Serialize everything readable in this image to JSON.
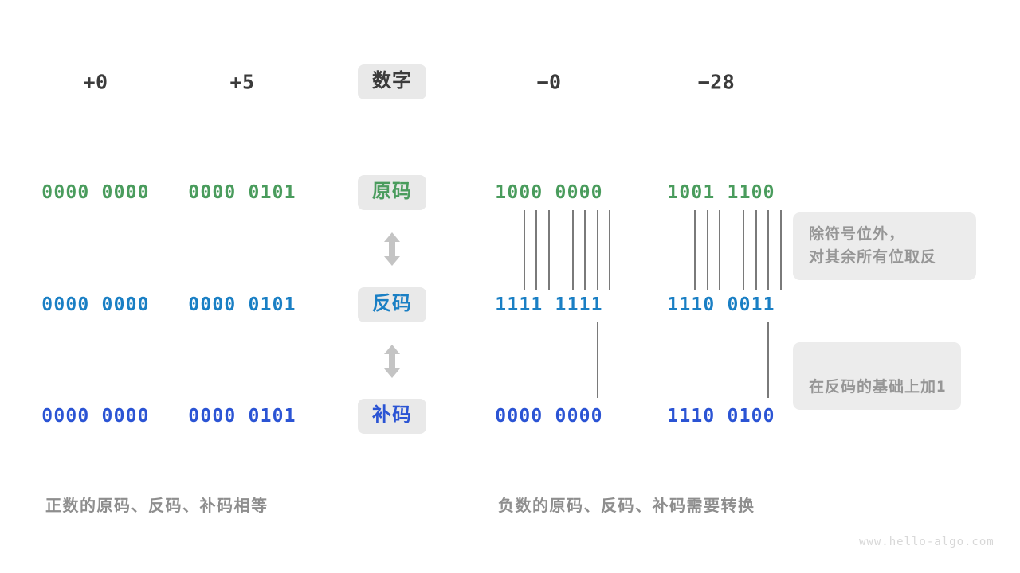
{
  "meta": {
    "watermark": "www.hello-algo.com",
    "colors": {
      "background": "#ffffff",
      "badge_bg": "#e9e9e9",
      "note_bg": "#ececec",
      "note_text": "#969696",
      "caption_text": "#8e8e8e",
      "header_text": "#3b3b3b",
      "true_code_green": "#4a9c5d",
      "ones_complement_blue": "#1a7fc4",
      "twos_complement_indigo": "#2b54d4",
      "connector_line": "#7a7a7a",
      "arrow_gray": "#c4c4c4",
      "watermark_text": "#d8d8d8"
    }
  },
  "row_labels": [
    {
      "key": "number",
      "label": "数字",
      "tone": "dark"
    },
    {
      "key": "true_code",
      "label": "原码",
      "tone": "green"
    },
    {
      "key": "ones_complement",
      "label": "反码",
      "tone": "blue"
    },
    {
      "key": "twos_complement",
      "label": "补码",
      "tone": "indigo"
    }
  ],
  "columns": [
    {
      "key": "pos_zero",
      "header": "+0"
    },
    {
      "key": "pos_five",
      "header": "+5"
    },
    {
      "key": "neg_zero",
      "header": "−0"
    },
    {
      "key": "neg_28",
      "header": "−28"
    }
  ],
  "rows": {
    "true_code": {
      "pos_zero": "0000 0000",
      "pos_five": "0000 0101",
      "neg_zero": "1000 0000",
      "neg_28": "1001 1100"
    },
    "ones_complement": {
      "pos_zero": "0000 0000",
      "pos_five": "0000 0101",
      "neg_zero": "1111 1111",
      "neg_28": "1110 0011"
    },
    "twos_complement": {
      "pos_zero": "0000 0000",
      "pos_five": "0000 0101",
      "neg_zero": "0000 0000",
      "neg_28": "1110 0100"
    }
  },
  "arrows": {
    "glyph": "up-down-arrow",
    "between_true_and_ones": "↕",
    "between_ones_and_twos": "↕"
  },
  "notes": {
    "invert_bits": "除符号位外，\n对其余所有位取反",
    "add_one_prefix": "在反码的基础上加",
    "add_one_value": "1"
  },
  "captions": {
    "positive": "正数的原码、反码、补码相等",
    "negative": "负数的原码、反码、补码需要转换"
  }
}
